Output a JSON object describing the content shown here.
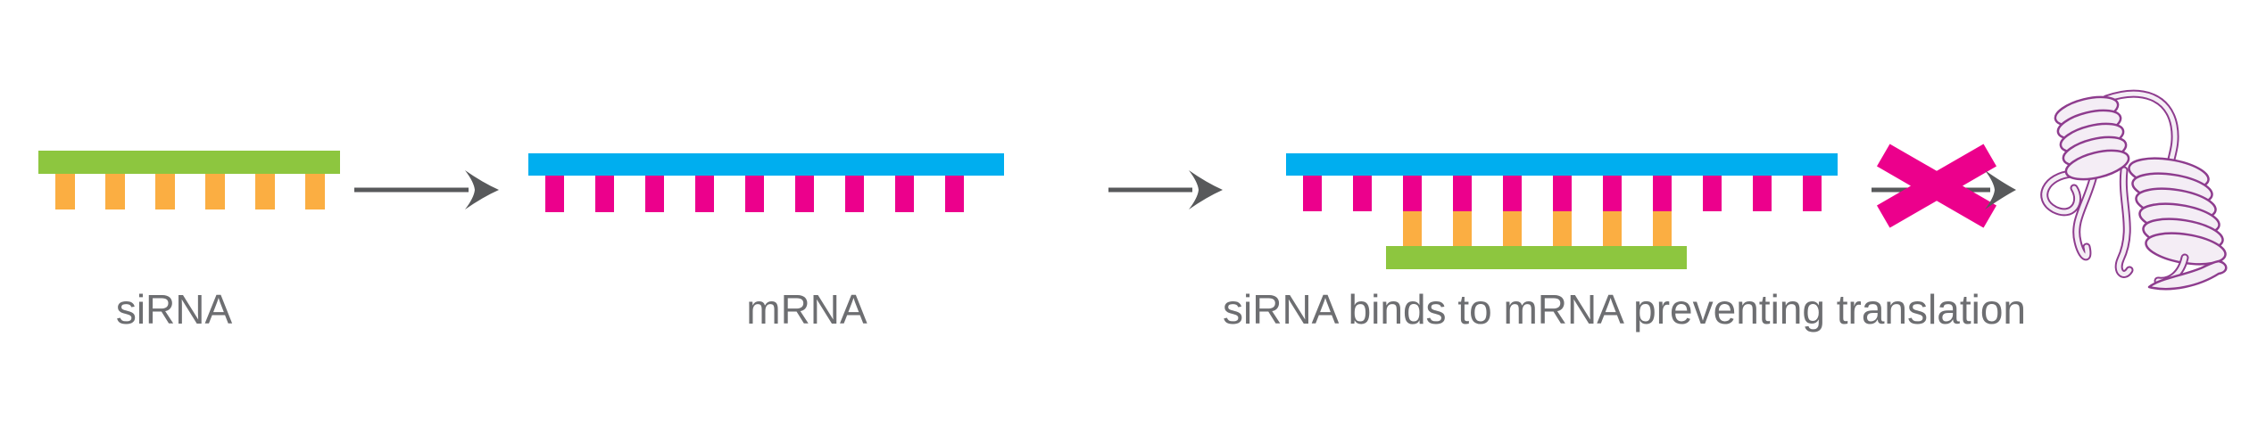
{
  "colors": {
    "green": "#8DC63F",
    "orange": "#FBAE42",
    "blue": "#00AEEF",
    "pink": "#EC008C",
    "text": "#6D6E71",
    "arrow": "#58595B",
    "protein_line": "#8E3C8E",
    "protein_fill": "#F4EDF5"
  },
  "diagram": {
    "type": "pathway-diagram",
    "steps": [
      {
        "id": "sirna",
        "label": "siRNA",
        "backbone_color": "#8DC63F",
        "base_color": "#FBAE42",
        "base_count": 6
      },
      {
        "id": "mrna",
        "label": "mRNA",
        "backbone_color": "#00AEEF",
        "base_color": "#EC008C",
        "base_count": 9
      },
      {
        "id": "complex",
        "label": "siRNA binds to mRNA preventing translation",
        "mrna_backbone_color": "#00AEEF",
        "mrna_base_color": "#EC008C",
        "mrna_base_count": 11,
        "sirna_backbone_color": "#8DC63F",
        "paired_base_color": "#FBAE42",
        "paired_base_count": 6,
        "paired_from_index": 2,
        "translation_blocked": true,
        "blocked_symbol": "x-cross-icon",
        "blocked_symbol_color": "#EC008C"
      }
    ],
    "arrows": [
      {
        "id": "arrow-step1",
        "icon": "right-arrow-icon",
        "color": "#58595B"
      },
      {
        "id": "arrow-step2",
        "icon": "right-arrow-icon",
        "color": "#58595B"
      },
      {
        "id": "arrow-blocked",
        "icon": "right-arrow-icon",
        "color": "#58595B",
        "crossed_out": true
      }
    ],
    "protein": {
      "icon": "protein-ribbon-icon",
      "outline_color": "#8E3C8E",
      "fill_color": "#F4EDF5"
    }
  }
}
